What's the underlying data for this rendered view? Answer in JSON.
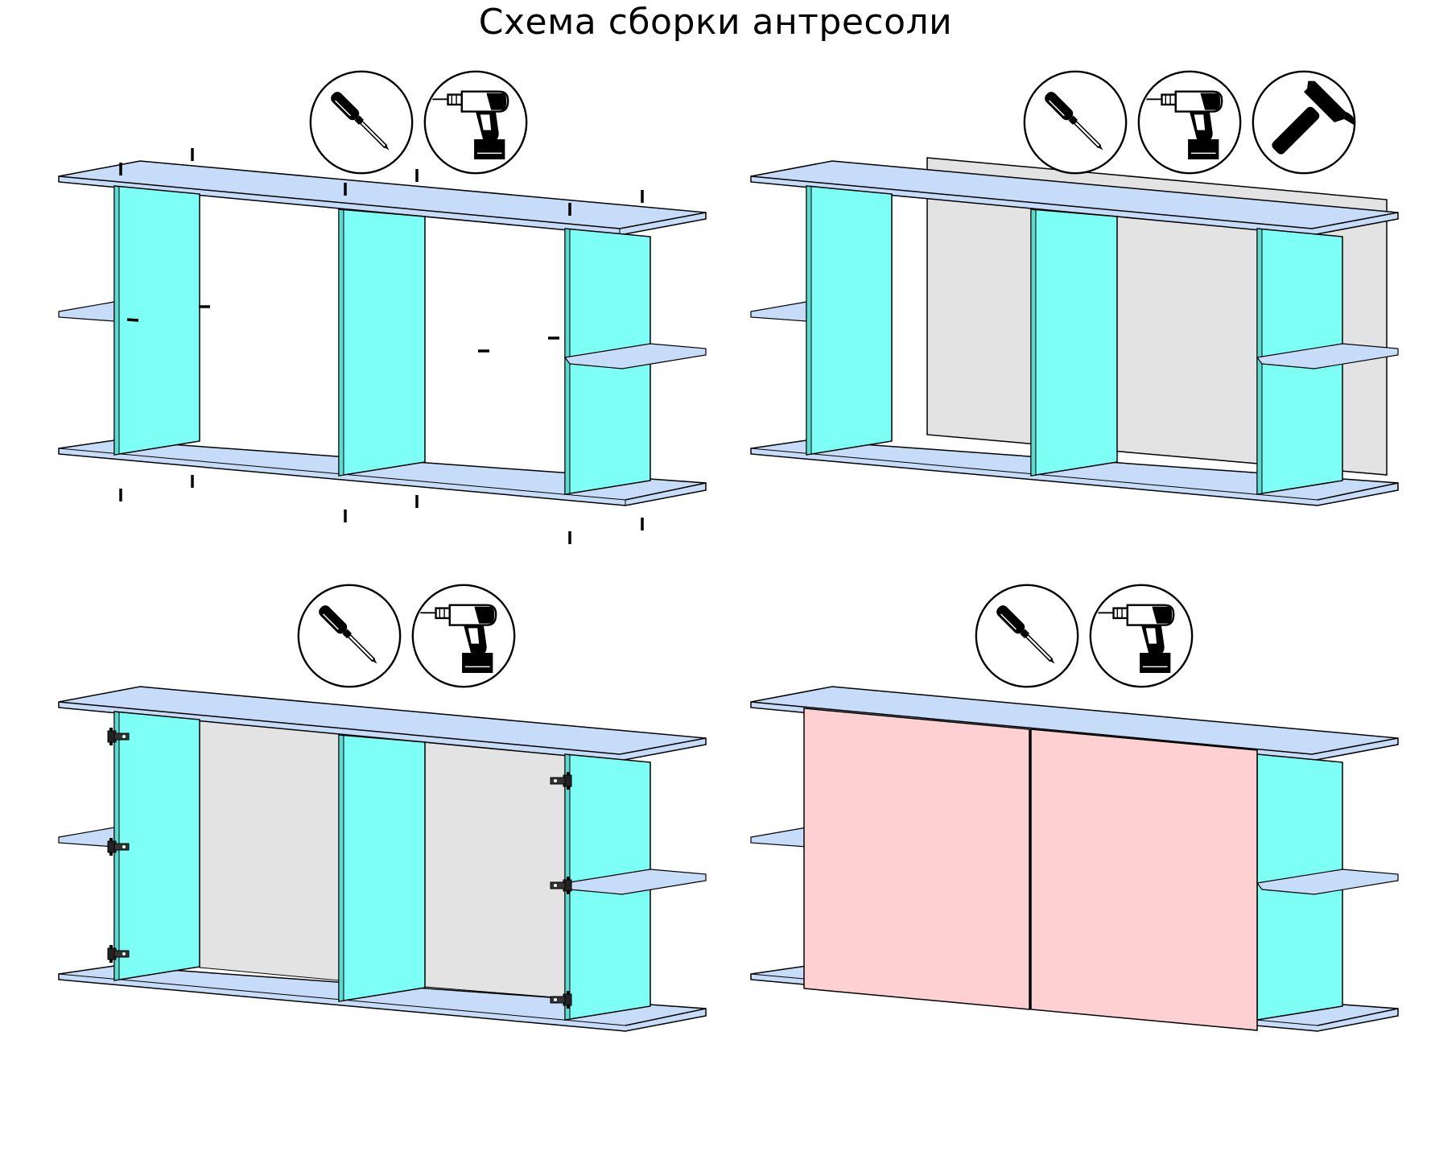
{
  "title": "Схема сборки антресоли",
  "colors": {
    "panel": "#c6dcf8",
    "side": "#7dfff6",
    "back": "#e3e3e3",
    "door": "#ffd0d1",
    "outline": "#000000"
  },
  "steps": [
    {
      "id": "step-1",
      "tools": [
        "screwdriver-icon",
        "drill-icon"
      ]
    },
    {
      "id": "step-2",
      "tools": [
        "screwdriver-icon",
        "drill-icon",
        "hammer-icon"
      ]
    },
    {
      "id": "step-3",
      "tools": [
        "screwdriver-icon",
        "drill-icon"
      ]
    },
    {
      "id": "step-4",
      "tools": [
        "screwdriver-icon",
        "drill-icon"
      ]
    }
  ]
}
